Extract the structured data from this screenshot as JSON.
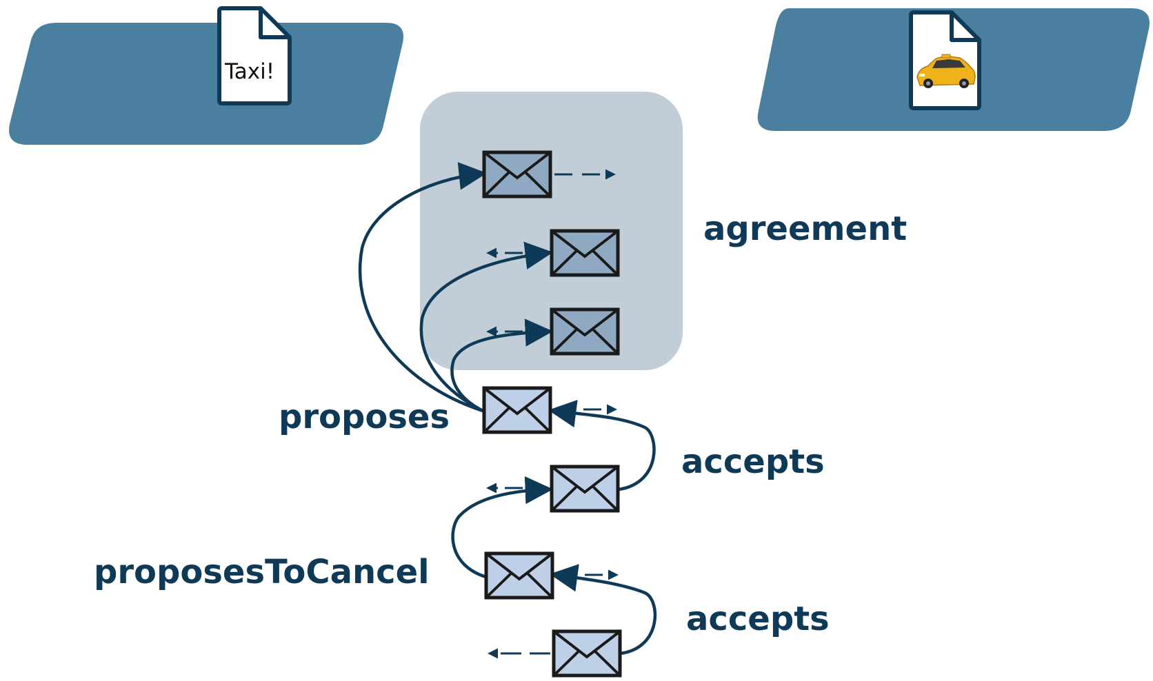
{
  "diagram": {
    "left_party": {
      "document_text": "Taxi!"
    },
    "right_party": {
      "document_image": "taxi-car-image"
    },
    "labels": {
      "proposes": "proposes",
      "agreement": "agreement",
      "accepts_1": "accepts",
      "proposes_to_cancel": "proposesToCancel",
      "accepts_2": "accepts"
    },
    "messages": [
      {
        "id": "m1",
        "state": "in-agreement"
      },
      {
        "id": "m2",
        "state": "in-agreement"
      },
      {
        "id": "m3",
        "state": "in-agreement"
      },
      {
        "id": "m4",
        "state": "proposal"
      },
      {
        "id": "m5",
        "state": "acceptance"
      },
      {
        "id": "m6",
        "state": "cancel-proposal"
      },
      {
        "id": "m7",
        "state": "acceptance"
      }
    ],
    "colors": {
      "party_panel": "#4a7f9f",
      "agreement_box": "#c1ced8",
      "envelope_agreement": "#8fa9c2",
      "envelope_plain": "#bdd0e8",
      "arrow": "#0f3a57"
    }
  }
}
